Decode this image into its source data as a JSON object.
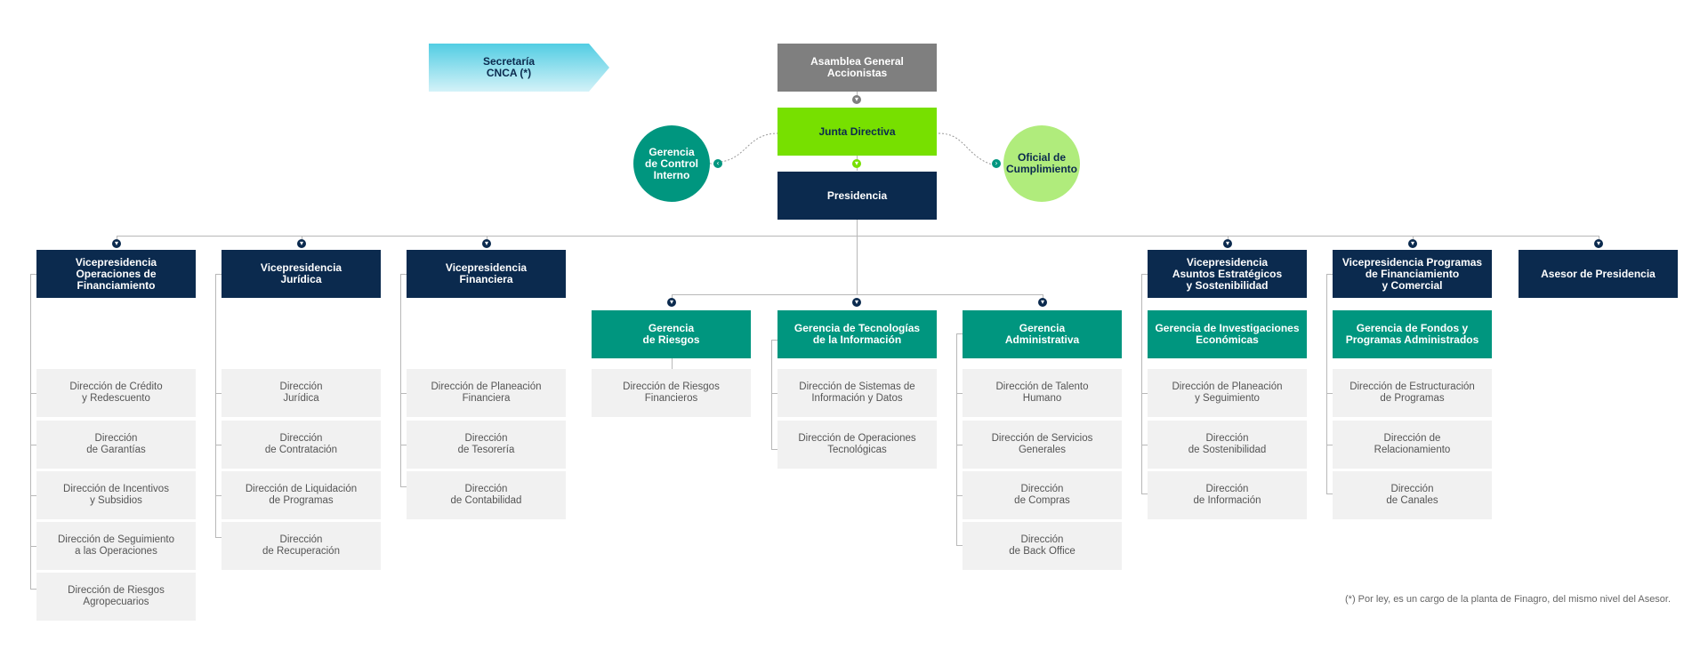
{
  "top": {
    "secretaria": "Secretaría\nCNCA (*)",
    "asamblea": "Asamblea General\nAccionistas",
    "junta": "Junta Directiva",
    "presidencia": "Presidencia",
    "control_interno": "Gerencia\nde Control\nInterno",
    "oficial": "Oficial de\nCumplimiento"
  },
  "vp_operaciones": {
    "title": "Vicepresidencia\nOperaciones de\nFinanciamiento",
    "items": [
      "Dirección de Crédito\ny Redescuento",
      "Dirección\nde Garantías",
      "Dirección de Incentivos\ny Subsidios",
      "Dirección de Seguimiento\na las Operaciones",
      "Dirección de Riesgos\nAgropecuarios"
    ]
  },
  "vp_juridica": {
    "title": "Vicepresidencia\nJurídica",
    "items": [
      "Dirección\nJurídica",
      "Dirección\nde Contratación",
      "Dirección de Liquidación\nde Programas",
      "Dirección\nde Recuperación"
    ]
  },
  "vp_financiera": {
    "title": "Vicepresidencia\nFinanciera",
    "items": [
      "Dirección de Planeación\nFinanciera",
      "Dirección\nde Tesorería",
      "Dirección\nde Contabilidad"
    ]
  },
  "g_riesgos": {
    "title": "Gerencia\nde Riesgos",
    "items": [
      "Dirección de Riesgos\nFinancieros"
    ]
  },
  "g_tecnologias": {
    "title": "Gerencia de Tecnologías\nde la Información",
    "items": [
      "Dirección de Sistemas de\nInformación y Datos",
      "Dirección de Operaciones\nTecnológicas"
    ]
  },
  "g_administrativa": {
    "title": "Gerencia\nAdministrativa",
    "items": [
      "Dirección de Talento\nHumano",
      "Dirección de Servicios\nGenerales",
      "Dirección\nde Compras",
      "Dirección\nde Back Office"
    ]
  },
  "vp_estrategicos": {
    "title": "Vicepresidencia\nAsuntos Estratégicos\ny Sostenibilidad",
    "sub": "Gerencia de Investigaciones\nEconómicas",
    "items": [
      "Dirección de Planeación\ny Seguimiento",
      "Dirección\nde Sostenibilidad",
      "Dirección\nde Información"
    ]
  },
  "vp_programas": {
    "title": "Vicepresidencia Programas\nde Financiamiento\ny Comercial",
    "sub": "Gerencia de Fondos y\nProgramas Administrados",
    "items": [
      "Dirección de Estructuración\nde Programas",
      "Dirección de\nRelacionamiento",
      "Dirección\nde Canales"
    ]
  },
  "asesor": {
    "title": "Asesor de Presidencia"
  },
  "footnote": "(*) Por  ley,  es un cargo de la planta de Finagro, del mismo nivel del Asesor.",
  "colors": {
    "navy": "#0b2a4e",
    "teal": "#00967f",
    "green": "#77e000",
    "light_green": "#b0ec7c",
    "gray_box": "#f1f1f1",
    "gray_dark": "#7f7f7f"
  }
}
